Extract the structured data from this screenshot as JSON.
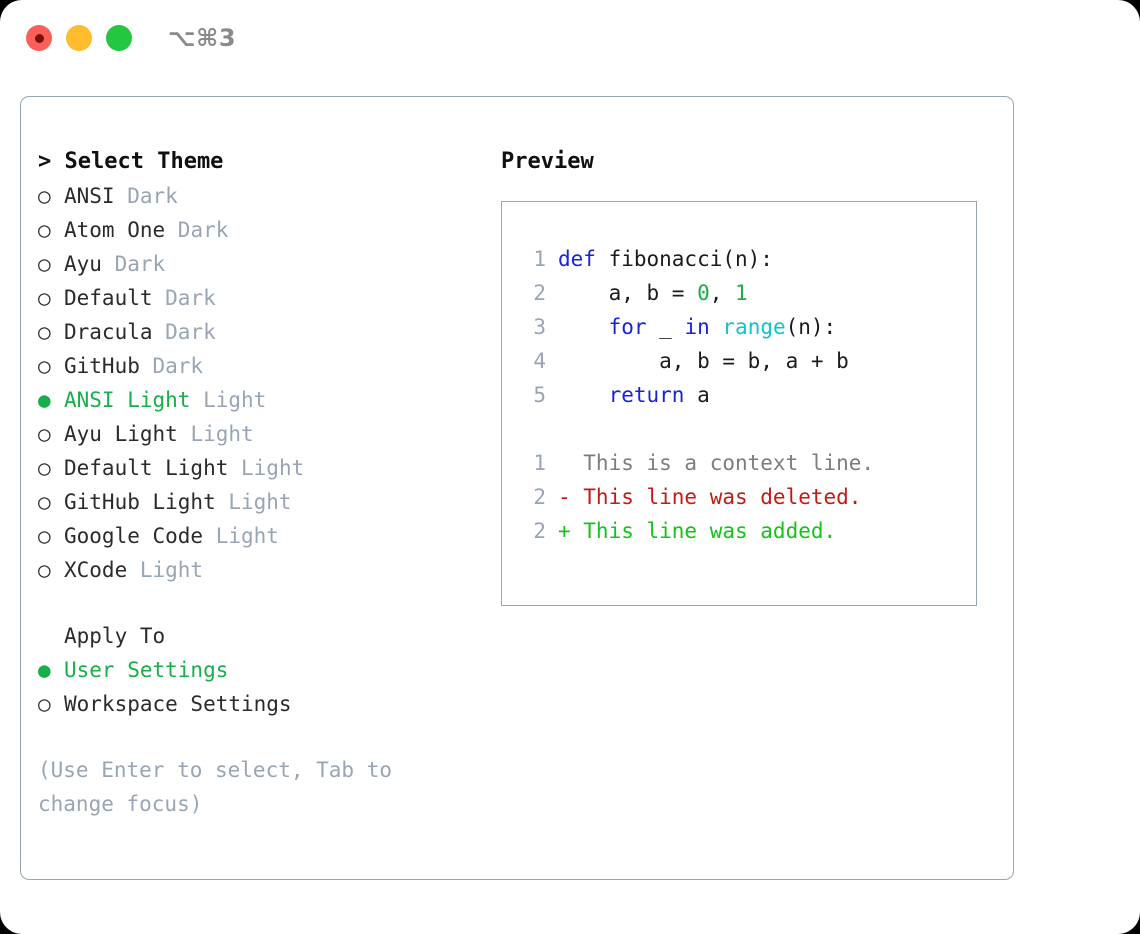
{
  "titlebar": {
    "shortcut": "⌥⌘3",
    "lights": [
      {
        "name": "close",
        "color": "#fb6058"
      },
      {
        "name": "minimize",
        "color": "#febc2e"
      },
      {
        "name": "maximize",
        "color": "#23c840"
      }
    ]
  },
  "theme_selector": {
    "header": "> Select Theme",
    "bullet_selected": "●",
    "bullet_unselected": "○",
    "options": [
      {
        "name": "ANSI",
        "tag": "Dark",
        "selected": false
      },
      {
        "name": "Atom One",
        "tag": "Dark",
        "selected": false
      },
      {
        "name": "Ayu",
        "tag": "Dark",
        "selected": false
      },
      {
        "name": "Default",
        "tag": "Dark",
        "selected": false
      },
      {
        "name": "Dracula",
        "tag": "Dark",
        "selected": false
      },
      {
        "name": "GitHub",
        "tag": "Dark",
        "selected": false
      },
      {
        "name": "ANSI Light",
        "tag": "Light",
        "selected": true
      },
      {
        "name": "Ayu Light",
        "tag": "Light",
        "selected": false
      },
      {
        "name": "Default Light",
        "tag": "Light",
        "selected": false
      },
      {
        "name": "GitHub Light",
        "tag": "Light",
        "selected": false
      },
      {
        "name": "Google Code",
        "tag": "Light",
        "selected": false
      },
      {
        "name": "XCode",
        "tag": "Light",
        "selected": false
      }
    ]
  },
  "apply_to": {
    "label": "Apply To",
    "options": [
      {
        "name": "User Settings",
        "selected": true
      },
      {
        "name": "Workspace Settings",
        "selected": false
      }
    ]
  },
  "hint": "(Use Enter to select, Tab to change focus)",
  "preview": {
    "title": "Preview",
    "code_lines": [
      {
        "num": "1",
        "tokens": [
          {
            "t": "def ",
            "c": "tok-kw"
          },
          {
            "t": "fibonacci(n):",
            "c": "tok-plain"
          }
        ]
      },
      {
        "num": "2",
        "tokens": [
          {
            "t": "    a, b = ",
            "c": "tok-plain"
          },
          {
            "t": "0",
            "c": "tok-num"
          },
          {
            "t": ", ",
            "c": "tok-plain"
          },
          {
            "t": "1",
            "c": "tok-num"
          }
        ]
      },
      {
        "num": "3",
        "tokens": [
          {
            "t": "    ",
            "c": "tok-plain"
          },
          {
            "t": "for",
            "c": "tok-kw"
          },
          {
            "t": " _ ",
            "c": "tok-plain"
          },
          {
            "t": "in",
            "c": "tok-kw"
          },
          {
            "t": " ",
            "c": "tok-plain"
          },
          {
            "t": "range",
            "c": "tok-fn"
          },
          {
            "t": "(n):",
            "c": "tok-plain"
          }
        ]
      },
      {
        "num": "4",
        "tokens": [
          {
            "t": "        a, b = b, a + b",
            "c": "tok-plain"
          }
        ]
      },
      {
        "num": "5",
        "tokens": [
          {
            "t": "    ",
            "c": "tok-plain"
          },
          {
            "t": "return",
            "c": "tok-kw"
          },
          {
            "t": " a",
            "c": "tok-plain"
          }
        ]
      }
    ],
    "diff_lines": [
      {
        "num": "1",
        "tokens": [
          {
            "t": "  This is a context line.",
            "c": "tok-ctx"
          }
        ]
      },
      {
        "num": "2",
        "tokens": [
          {
            "t": "- This line was deleted.",
            "c": "tok-del"
          }
        ]
      },
      {
        "num": "2",
        "tokens": [
          {
            "t": "+ This line was added.",
            "c": "tok-add"
          }
        ]
      }
    ]
  },
  "colors": {
    "accent_green": "#17b048",
    "muted": "#9aa5b4",
    "keyword_blue": "#1823d8",
    "function_cyan": "#0fc2d4",
    "number_green": "#17b048",
    "diff_deleted": "#c21b14",
    "diff_added": "#17c21b",
    "border": "#9aa5b4"
  }
}
